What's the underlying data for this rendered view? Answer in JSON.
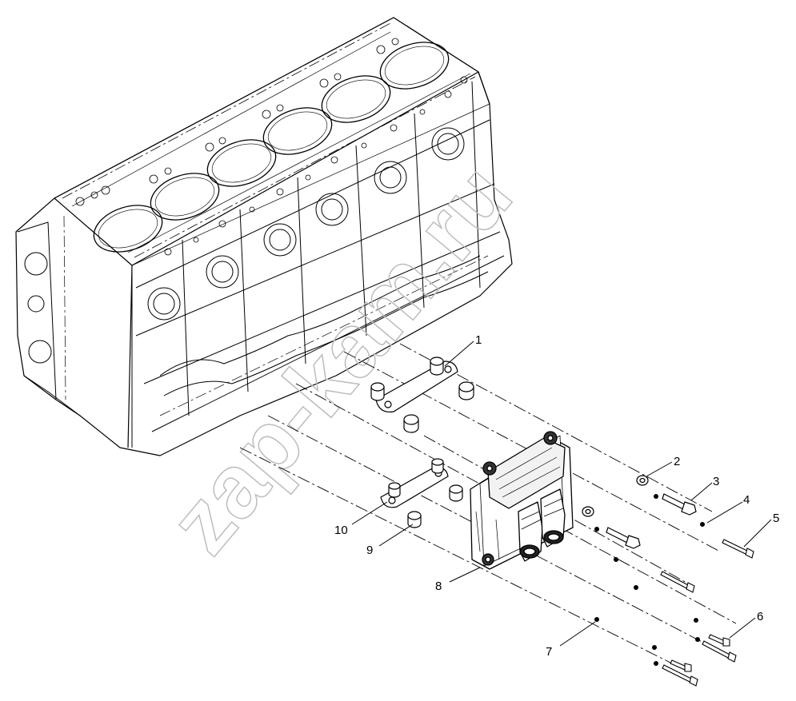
{
  "diagram": {
    "watermark": "zap-kam.ru",
    "callouts": [
      {
        "id": "1",
        "label": "1"
      },
      {
        "id": "2",
        "label": "2"
      },
      {
        "id": "3",
        "label": "3"
      },
      {
        "id": "4",
        "label": "4"
      },
      {
        "id": "5",
        "label": "5"
      },
      {
        "id": "6",
        "label": "6"
      },
      {
        "id": "7",
        "label": "7"
      },
      {
        "id": "8",
        "label": "8"
      },
      {
        "id": "9",
        "label": "9"
      },
      {
        "id": "10",
        "label": "10"
      }
    ]
  }
}
